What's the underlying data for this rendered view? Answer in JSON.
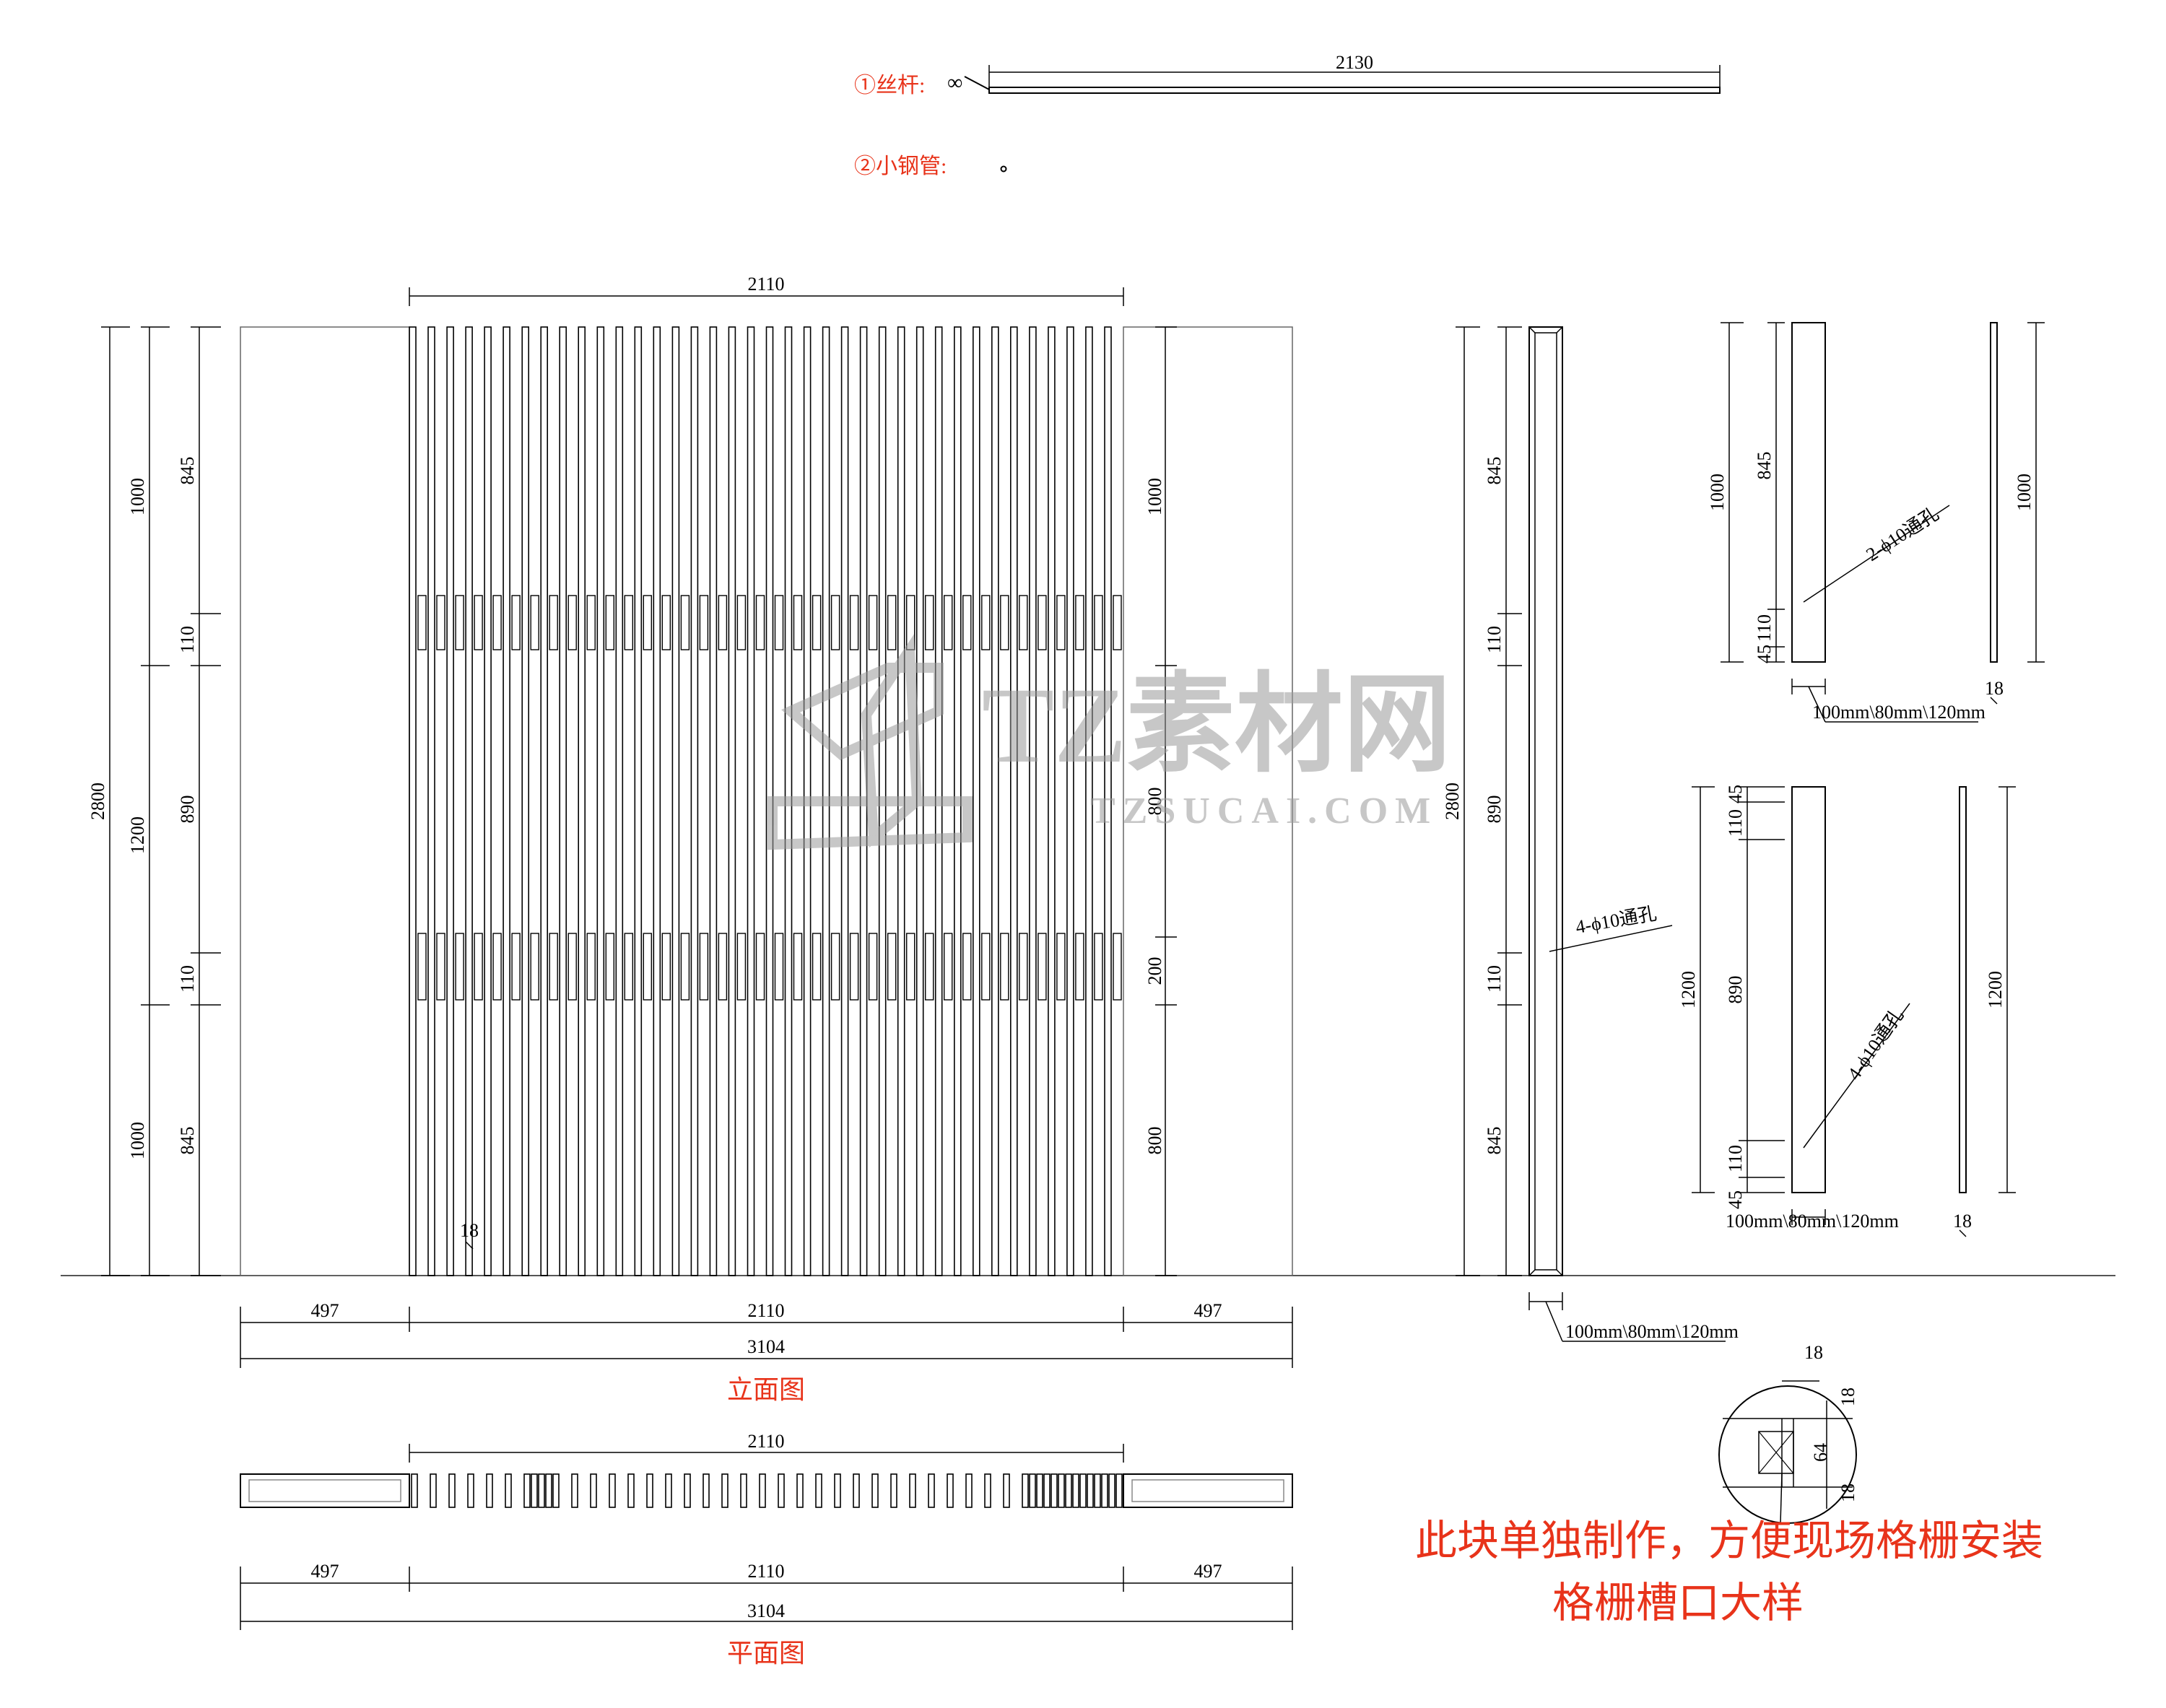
{
  "parts": {
    "rod_label": "①丝杆:",
    "rod_symbol": "∞",
    "rod_length": "2130",
    "tube_label": "②小钢管:"
  },
  "elevation": {
    "title": "立面图",
    "top_width": "2110",
    "left_dims": {
      "total": "2800",
      "upper": "1000",
      "middle": "1200",
      "lower": "1000",
      "seg_845_top": "845",
      "seg_110_a": "110",
      "seg_890": "890",
      "seg_110_b": "110",
      "seg_845_bottom": "845"
    },
    "right_dims": {
      "seg_1000": "1000",
      "seg_800_a": "800",
      "seg_200": "200",
      "seg_800_b": "800"
    },
    "slat_thickness": "18",
    "bottom_dims": {
      "left": "497",
      "center": "2110",
      "right": "497",
      "total": "3104"
    }
  },
  "plan": {
    "title": "平面图",
    "top_width": "2110",
    "bottom_dims": {
      "left": "497",
      "center": "2110",
      "right": "497",
      "total": "3104"
    }
  },
  "side_view": {
    "total": "2800",
    "seg_845_top": "845",
    "seg_110_a": "110",
    "seg_890": "890",
    "seg_110_b": "110",
    "seg_845_bottom": "845",
    "hole_note": "4-ϕ10通孔",
    "section_size": "100mm\\80mm\\120mm"
  },
  "detail_upper": {
    "seg_1000": "1000",
    "seg_845": "845",
    "seg_110": "110",
    "seg_45": "45",
    "hole_note": "2-ϕ10通孔",
    "section_size": "100mm\\80mm\\120mm",
    "right_1000": "1000",
    "thickness": "18"
  },
  "detail_middle": {
    "seg_1200": "1200",
    "seg_45_top": "45",
    "seg_110_top": "110",
    "seg_890": "890",
    "seg_110_bottom": "110",
    "seg_45_bottom": "45",
    "hole_note": "4-ϕ10通孔",
    "section_size": "100mm\\80mm\\120mm",
    "right_1200": "1200",
    "thickness": "18"
  },
  "slot_detail": {
    "dim_18_top": "18",
    "dim_18_a": "18",
    "dim_64": "64",
    "dim_18_b": "18",
    "note": "此块单独制作，方便现场格栅安装",
    "title": "格栅槽口大样"
  },
  "watermark": {
    "brand": "TZ素材网",
    "domain": "TZSUCAI.COM"
  },
  "colors": {
    "line": "#000000",
    "red_text": "#e8331a",
    "watermark": "#9a9a9a"
  }
}
